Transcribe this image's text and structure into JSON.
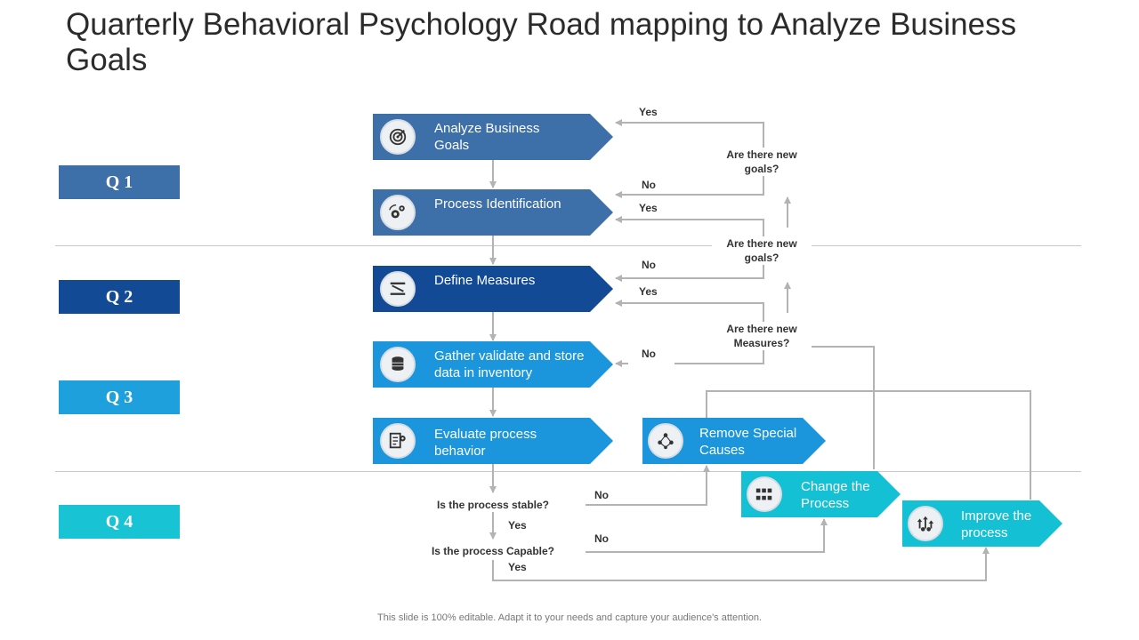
{
  "title": "Quarterly Behavioral Psychology Road mapping to Analyze Business Goals",
  "quarters": [
    "Q 1",
    "Q 2",
    "Q 3",
    "Q 4"
  ],
  "colors": {
    "q1": "#3d6fa8",
    "q2": "#134a96",
    "q3": "#1da0dc",
    "q4": "#18c3d3",
    "connector": "#b3b3b3"
  },
  "steps": [
    {
      "label": "Analyze Business Goals",
      "icon": "target-icon"
    },
    {
      "label": "Process Identification",
      "icon": "gears-icon"
    },
    {
      "label": "Define Measures",
      "icon": "measures-icon"
    },
    {
      "label": "Gather validate and store data in inventory",
      "icon": "database-icon"
    },
    {
      "label": "Evaluate process behavior",
      "icon": "process-behavior-icon"
    },
    {
      "label": "Remove Special Causes",
      "icon": "network-icon"
    },
    {
      "label": "Change the Process",
      "icon": "blocks-icon"
    },
    {
      "label": "Improve the process",
      "icon": "improve-icon"
    }
  ],
  "questions": {
    "new_goals_1": "Are there new goals?",
    "new_goals_2": "Are there new goals?",
    "new_measures": "Are there new Measures?",
    "stable": "Is the process  stable?",
    "capable": "Is the process  Capable?"
  },
  "answers": {
    "yes_1": "Yes",
    "no_1": "No",
    "yes_2": "Yes",
    "no_2": "No",
    "yes_3": "Yes",
    "no_3": "No",
    "stable_no": "No",
    "stable_yes": "Yes",
    "capable_no": "No",
    "capable_yes": "Yes"
  },
  "footer": "This slide is 100% editable. Adapt it to your needs and capture your audience's attention."
}
